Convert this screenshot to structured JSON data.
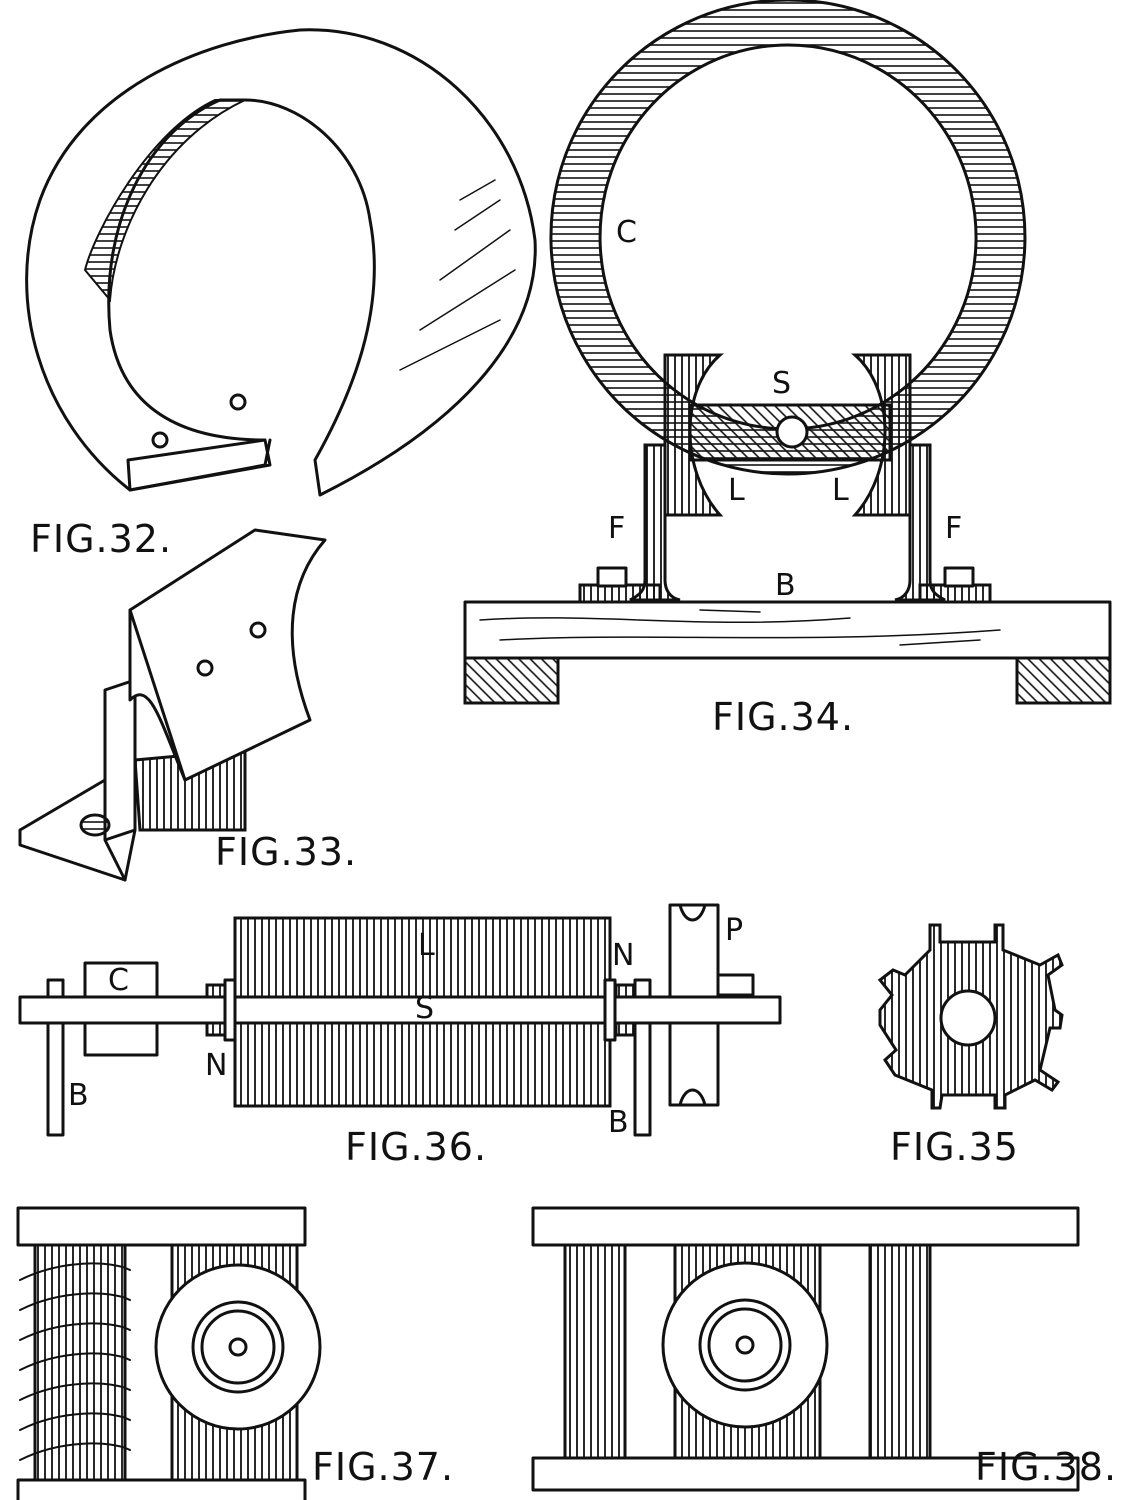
{
  "figures": {
    "fig32": {
      "caption": "FIG.32."
    },
    "fig33": {
      "caption": "FIG.33."
    },
    "fig34": {
      "caption": "FIG.34.",
      "labels": {
        "ring": "C",
        "shaft": "S",
        "lug_left": "L",
        "lug_right": "L",
        "frame_left": "F",
        "frame_right": "F",
        "base": "B"
      }
    },
    "fig35": {
      "caption": "FIG.35"
    },
    "fig36": {
      "caption": "FIG.36.",
      "labels": {
        "commutator": "C",
        "shaft": "S",
        "lamination": "L",
        "nut_left": "N",
        "nut_right": "N",
        "bearing_left": "B",
        "bearing_right": "B",
        "pulley": "P"
      }
    },
    "fig37": {
      "caption": "FIG.37."
    },
    "fig38": {
      "caption": "FIG.38."
    }
  },
  "colors": {
    "ink": "#111111",
    "paper": "#ffffff"
  }
}
